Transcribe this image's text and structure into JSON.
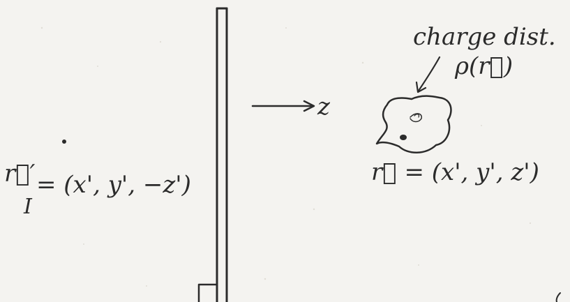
{
  "diagram": {
    "labels": {
      "axis_label": "z",
      "charge_caption_line1": "charge dist.",
      "charge_caption_line2": "ρ(r⃗)",
      "position_vector": "r⃗ = (x', y', z')",
      "image_vector_main": "r⃗′",
      "image_vector_sub": "I",
      "image_vector_rest": "= (x', y', −z')"
    },
    "ink_color": "#2b2b2b",
    "paper_color": "#f4f3f0"
  }
}
